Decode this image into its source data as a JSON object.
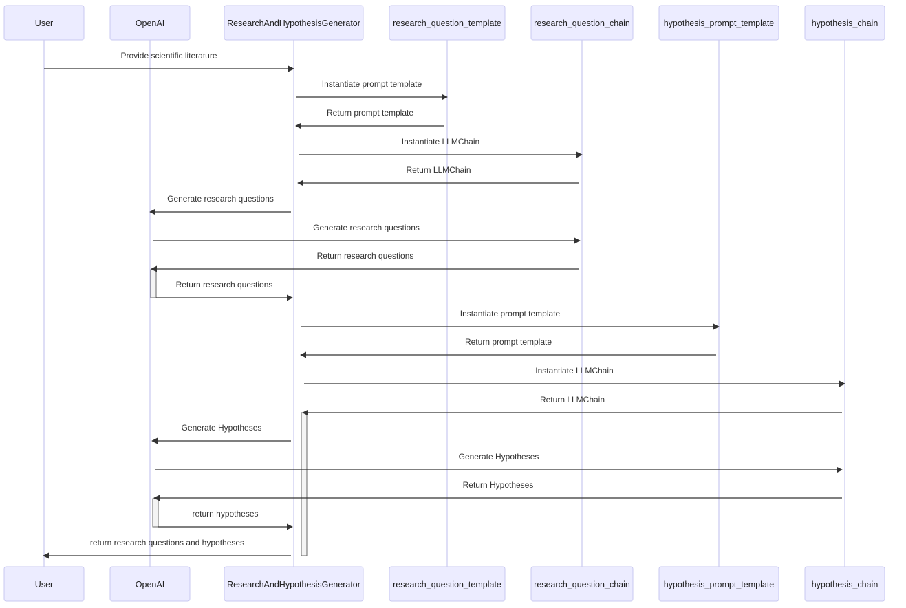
{
  "participants": [
    {
      "id": "user",
      "label": "User"
    },
    {
      "id": "openai",
      "label": "OpenAI"
    },
    {
      "id": "rhg",
      "label": "ResearchAndHypothesisGenerator"
    },
    {
      "id": "rqt",
      "label": "research_question_template"
    },
    {
      "id": "rqc",
      "label": "research_question_chain"
    },
    {
      "id": "hpt",
      "label": "hypothesis_prompt_template"
    },
    {
      "id": "hc",
      "label": "hypothesis_chain"
    }
  ],
  "messages": [
    {
      "from": "user",
      "to": "rhg",
      "label": "Provide scientific literature"
    },
    {
      "from": "rhg",
      "to": "rqt",
      "label": "Instantiate prompt template"
    },
    {
      "from": "rqt",
      "to": "rhg",
      "label": "Return prompt template"
    },
    {
      "from": "rhg",
      "to": "rqc",
      "label": "Instantiate LLMChain"
    },
    {
      "from": "rqc",
      "to": "rhg",
      "label": "Return LLMChain"
    },
    {
      "from": "rhg",
      "to": "openai",
      "label": "Generate research questions"
    },
    {
      "from": "openai",
      "to": "rqc",
      "label": "Generate research questions"
    },
    {
      "from": "rqc",
      "to": "openai",
      "label": "Return research questions"
    },
    {
      "from": "openai",
      "to": "rhg",
      "label": "Return research questions"
    },
    {
      "from": "rhg",
      "to": "hpt",
      "label": "Instantiate prompt template"
    },
    {
      "from": "hpt",
      "to": "rhg",
      "label": "Return prompt template"
    },
    {
      "from": "rhg",
      "to": "hc",
      "label": "Instantiate LLMChain"
    },
    {
      "from": "hc",
      "to": "rhg",
      "label": "Return LLMChain"
    },
    {
      "from": "rhg",
      "to": "openai",
      "label": "Generate Hypotheses"
    },
    {
      "from": "openai",
      "to": "hc",
      "label": "Generate Hypotheses"
    },
    {
      "from": "hc",
      "to": "openai",
      "label": "Return Hypotheses"
    },
    {
      "from": "openai",
      "to": "rhg",
      "label": "return hypotheses"
    },
    {
      "from": "rhg",
      "to": "user",
      "label": "return research questions and hypotheses"
    }
  ]
}
